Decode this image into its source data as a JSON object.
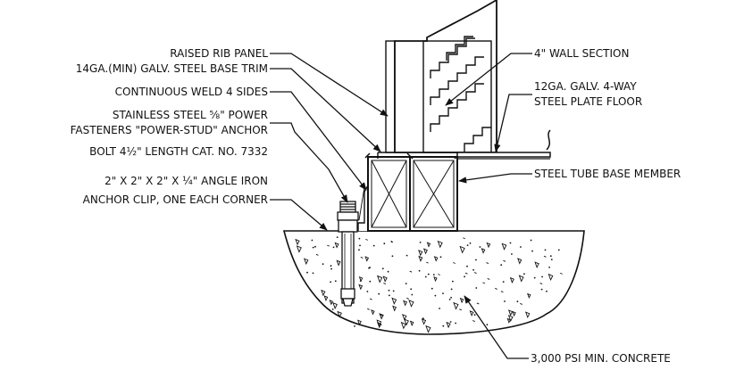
{
  "labels": {
    "raised_rib_panel": "RAISED RIB PANEL",
    "base_trim": "14GA.(MIN) GALV. STEEL BASE TRIM",
    "continuous_weld": "CONTINUOUS WELD 4 SIDES",
    "fasteners_line1": "STAINLESS STEEL ⅝\" POWER",
    "fasteners_line2": "FASTENERS \"POWER-STUD\" ANCHOR",
    "fasteners_line3": "BOLT 4½\" LENGTH CAT. NO. 7332",
    "angle_line1": "2\" X 2\" X 2\" X ¼\" ANGLE IRON",
    "angle_line2": "ANCHOR CLIP, ONE EACH CORNER",
    "wall_section": "4\" WALL SECTION",
    "floor_line1": "12GA. GALV. 4-WAY",
    "floor_line2": "STEEL PLATE FLOOR",
    "tube_base": "STEEL TUBE BASE MEMBER",
    "concrete": "3,000 PSI MIN. CONCRETE"
  },
  "colors": {
    "line": "#111111",
    "background": "#ffffff"
  }
}
